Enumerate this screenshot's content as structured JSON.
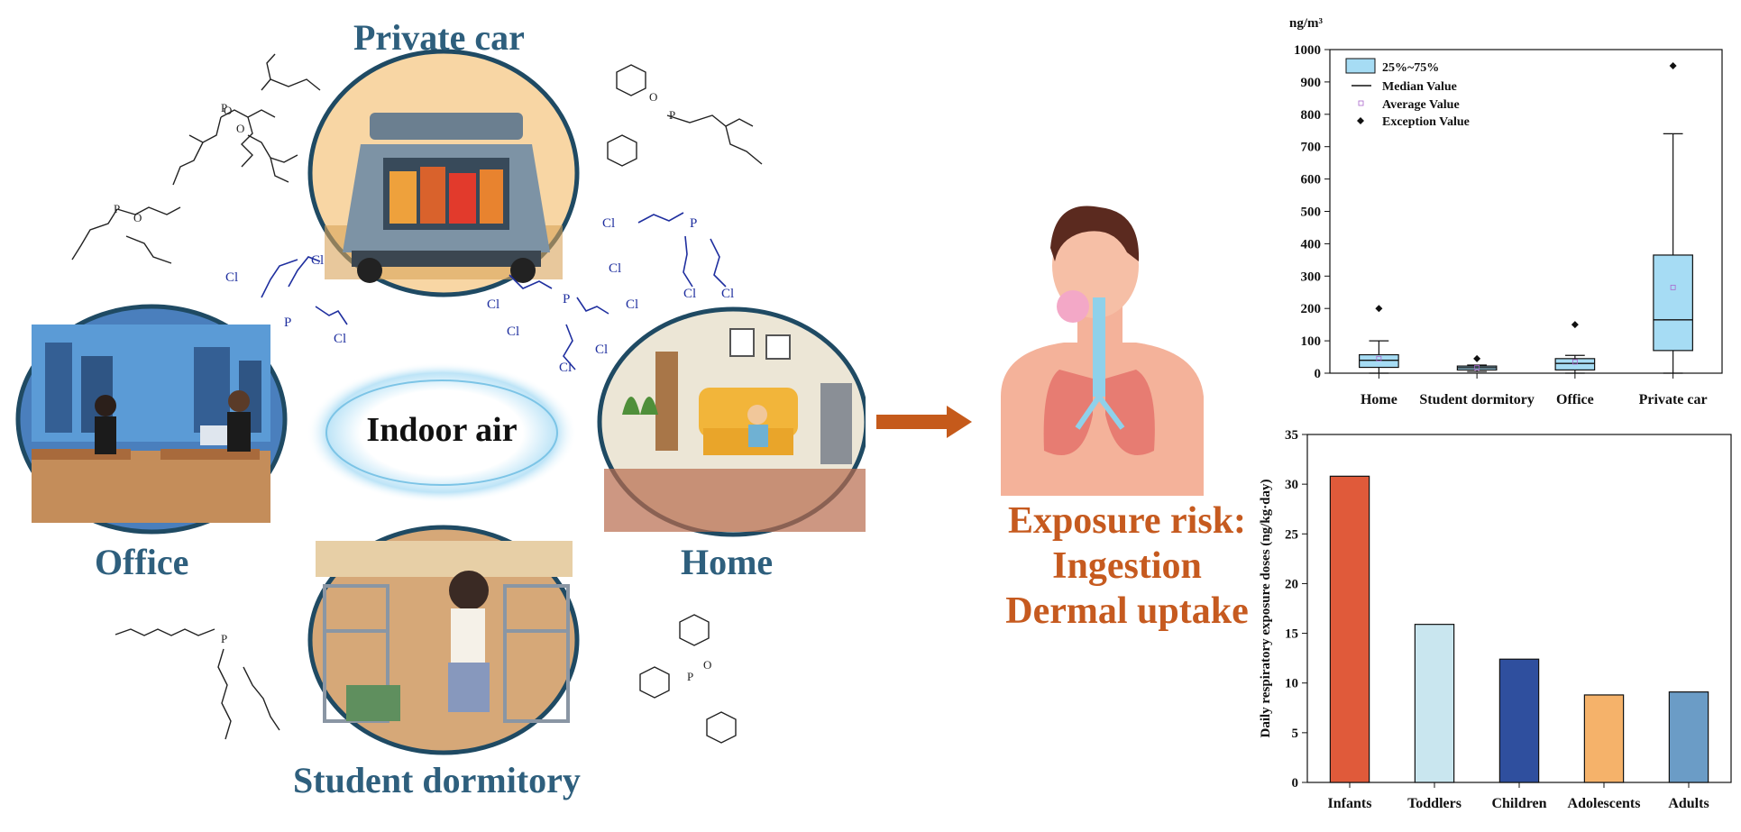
{
  "scenes": {
    "private_car": "Private car",
    "office": "Office",
    "home": "Home",
    "student_dormitory": "Student dormitory",
    "center": "Indoor air"
  },
  "risk": {
    "line1": "Exposure risk:",
    "line2": "Ingestion",
    "line3": "Dermal uptake"
  },
  "molecule_atoms": {
    "oxygen": "O",
    "phosphorus": "P",
    "chlorine": "Cl"
  },
  "colors": {
    "label_blue": "#2e5f7d",
    "risk_orange": "#c65a1f",
    "arrow": "#c55a1b",
    "box_fill": "#a6dcf4",
    "molecule_blue": "#1f2f9f"
  },
  "chart_data": [
    {
      "type": "box",
      "unit_label": "ng/m³",
      "categories": [
        "Home",
        "Student dormitory",
        "Office",
        "Private car"
      ],
      "ylim": [
        0,
        1000
      ],
      "yticks": [
        "0",
        "100",
        "200",
        "300",
        "400",
        "500",
        "600",
        "700",
        "800",
        "900",
        "1000"
      ],
      "legend": [
        "25%~75%",
        "Median Value",
        "Average Value",
        "Exception Value"
      ],
      "legend_placement": "top-left",
      "boxes": [
        {
          "category": "Home",
          "min": 0,
          "q1": 18,
          "median": 40,
          "q3": 57,
          "max": 100,
          "mean": 45,
          "outliers": [
            200
          ]
        },
        {
          "category": "Student dormitory",
          "min": 5,
          "q1": 10,
          "median": 17,
          "q3": 22,
          "max": 25,
          "mean": 17,
          "outliers": [
            45
          ]
        },
        {
          "category": "Office",
          "min": 0,
          "q1": 10,
          "median": 30,
          "q3": 45,
          "max": 55,
          "mean": 35,
          "outliers": [
            150
          ]
        },
        {
          "category": "Private car",
          "min": 0,
          "q1": 70,
          "median": 165,
          "q3": 365,
          "max": 740,
          "mean": 265,
          "outliers": [
            950
          ]
        }
      ]
    },
    {
      "type": "bar",
      "ylabel": "Daily respiratory exposure doses (ng/kg·day)",
      "categories": [
        "Infants",
        "Toddlers",
        "Children",
        "Adolescents",
        "Adults"
      ],
      "values": [
        30.8,
        15.9,
        12.4,
        8.8,
        9.1
      ],
      "colors": [
        "#e05a3a",
        "#c9e6ef",
        "#2f4f9e",
        "#f5b26a",
        "#6b9cc6"
      ],
      "ylim": [
        0,
        35
      ],
      "yticks": [
        "0",
        "5",
        "10",
        "15",
        "20",
        "25",
        "30",
        "35"
      ]
    }
  ]
}
